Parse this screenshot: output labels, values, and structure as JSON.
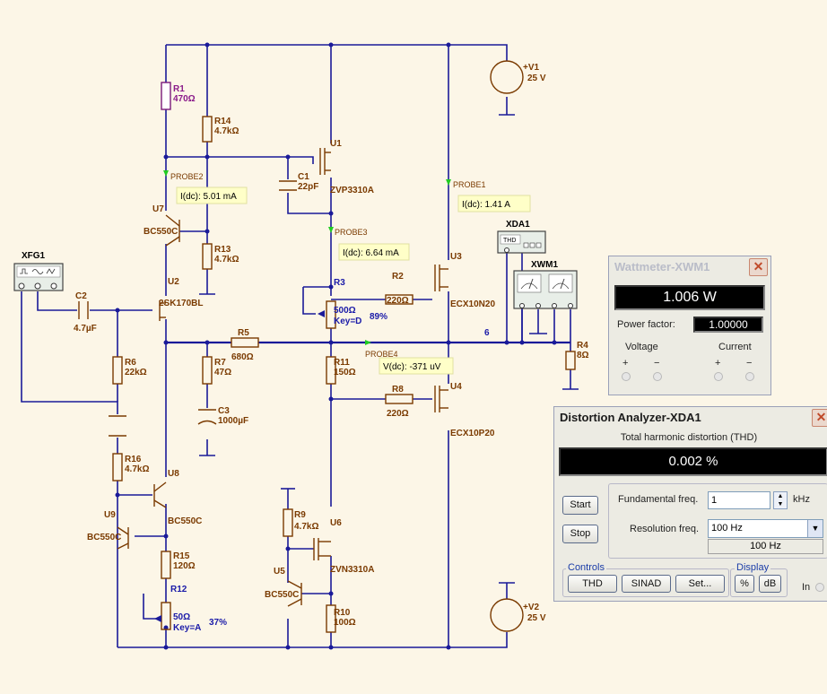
{
  "schematic": {
    "components": {
      "R1": {
        "name": "R1",
        "value": "470Ω"
      },
      "R14": {
        "name": "R14",
        "value": "4.7kΩ"
      },
      "U1": {
        "name": "U1",
        "model": "ZVP3310A"
      },
      "C1": {
        "name": "C1",
        "value": "22pF"
      },
      "U7": {
        "name": "U7",
        "model": "BC550C"
      },
      "R13": {
        "name": "R13",
        "value": "4.7kΩ"
      },
      "U2": {
        "name": "U2",
        "model": "2SK170BL"
      },
      "XFG1": {
        "name": "XFG1"
      },
      "C2": {
        "name": "C2",
        "value": "4.7µF"
      },
      "R3": {
        "name": "R3",
        "value": "500Ω",
        "key": "Key=D",
        "percent": "89%"
      },
      "R2": {
        "name": "R2",
        "value": "220Ω"
      },
      "U3": {
        "name": "U3",
        "model": "ECX10N20"
      },
      "R5": {
        "name": "R5",
        "value": "680Ω"
      },
      "R6": {
        "name": "R6",
        "value": "22kΩ"
      },
      "R7": {
        "name": "R7",
        "value": "47Ω"
      },
      "C3": {
        "name": "C3",
        "value": "1000µF"
      },
      "R11": {
        "name": "R11",
        "value": "150Ω"
      },
      "R8": {
        "name": "R8",
        "value": "220Ω"
      },
      "U4": {
        "name": "U4",
        "model": "ECX10P20"
      },
      "R4": {
        "name": "R4",
        "value": "8Ω"
      },
      "R16": {
        "name": "R16",
        "value": "4.7kΩ"
      },
      "U8": {
        "name": "U8",
        "model": "BC550C"
      },
      "U9": {
        "name": "U9",
        "model": "BC550C"
      },
      "R15": {
        "name": "R15",
        "value": "120Ω"
      },
      "R12": {
        "name": "R12",
        "value": "50Ω",
        "key": "Key=A",
        "percent": "37%"
      },
      "R9": {
        "name": "R9",
        "value": "4.7kΩ"
      },
      "U6": {
        "name": "U6",
        "model": "ZVN3310A"
      },
      "U5": {
        "name": "U5",
        "model": "BC550C"
      },
      "R10": {
        "name": "R10",
        "value": "100Ω"
      },
      "V1": {
        "name": "+V1",
        "value": "25 V"
      },
      "V2": {
        "name": "+V2",
        "value": "25 V"
      },
      "XDA1": {
        "name": "XDA1",
        "tag": "THD"
      },
      "XWM1": {
        "name": "XWM1"
      }
    },
    "probes": {
      "p1": {
        "name": "PROBE1",
        "reading": "I(dc): 1.41 A"
      },
      "p2": {
        "name": "PROBE2",
        "reading": "I(dc): 5.01 mA"
      },
      "p3": {
        "name": "PROBE3",
        "reading": "I(dc): 6.64 mA"
      },
      "p4": {
        "name": "PROBE4",
        "reading": "V(dc): -371 uV"
      }
    },
    "net_label": "6",
    "colors": {
      "wire": "#1a1a99",
      "component": "#7a3a00",
      "probe": "#22cc22",
      "variable": "#1a1aa8"
    }
  },
  "wattmeter": {
    "title": "Wattmeter-XWM1",
    "power": "1.006 W",
    "pf_label": "Power factor:",
    "pf_value": "1.00000",
    "voltage_label": "Voltage",
    "current_label": "Current",
    "plus": "+",
    "minus": "−"
  },
  "distortion": {
    "title": "Distortion Analyzer-XDA1",
    "thd_label": "Total harmonic distortion (THD)",
    "thd_value": "0.002 %",
    "start": "Start",
    "stop": "Stop",
    "fund_label": "Fundamental freq.",
    "fund_value": "1",
    "fund_unit": "kHz",
    "res_label": "Resolution freq.",
    "res_value": "100 Hz",
    "res_display": "100 Hz",
    "controls_label": "Controls",
    "thd_btn": "THD",
    "sinad_btn": "SINAD",
    "set_btn": "Set...",
    "display_label": "Display",
    "pct_btn": "%",
    "db_btn": "dB",
    "in_label": "In"
  }
}
